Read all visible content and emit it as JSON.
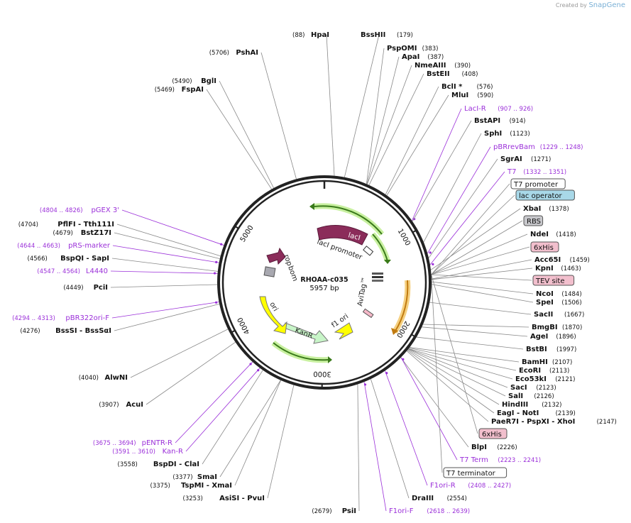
{
  "credit": {
    "prefix": "Created by",
    "brand": "SnapGene"
  },
  "plasmid": {
    "name": "RHOAA-c035",
    "size": "5957 bp"
  },
  "ticks": [
    {
      "label": "1000",
      "pos": 1000
    },
    {
      "label": "2000",
      "pos": 2000
    },
    {
      "label": "3000",
      "pos": 3000
    },
    {
      "label": "4000",
      "pos": 4000
    },
    {
      "label": "5000",
      "pos": 5000
    }
  ],
  "labels": [
    {
      "side": "top",
      "name": "HpaI",
      "pos": "(88)",
      "kind": "enzyme"
    },
    {
      "side": "top",
      "name": "BssHII",
      "pos": "(179)",
      "kind": "enzyme"
    },
    {
      "side": "right",
      "name": "PspOMI",
      "pos": "(383)",
      "kind": "enzyme"
    },
    {
      "side": "right",
      "name": "ApaI",
      "pos": "(387)",
      "kind": "enzyme"
    },
    {
      "side": "right",
      "name": "NmeAIII",
      "pos": "(390)",
      "kind": "enzyme"
    },
    {
      "side": "right",
      "name": "BstEII",
      "pos": "(408)",
      "kind": "enzyme"
    },
    {
      "side": "right",
      "name": "BclI *",
      "pos": "(576)",
      "kind": "enzyme"
    },
    {
      "side": "right",
      "name": "MluI",
      "pos": "(590)",
      "kind": "enzyme"
    },
    {
      "side": "right",
      "name": "LacI-R",
      "pos": "(907 .. 926)",
      "kind": "primer"
    },
    {
      "side": "right",
      "name": "BstAPI",
      "pos": "(914)",
      "kind": "enzyme"
    },
    {
      "side": "right",
      "name": "SphI",
      "pos": "(1123)",
      "kind": "enzyme"
    },
    {
      "side": "right",
      "name": "pBRrevBam",
      "pos": "(1229 .. 1248)",
      "kind": "primer"
    },
    {
      "side": "right",
      "name": "SgrAI",
      "pos": "(1271)",
      "kind": "enzyme"
    },
    {
      "side": "right",
      "name": "T7",
      "pos": "(1332 .. 1351)",
      "kind": "primer"
    },
    {
      "side": "right",
      "name": "T7 promoter",
      "pos": "",
      "kind": "box-white"
    },
    {
      "side": "right",
      "name": "lac operator",
      "pos": "",
      "kind": "box-blue"
    },
    {
      "side": "right",
      "name": "XbaI",
      "pos": "(1378)",
      "kind": "enzyme"
    },
    {
      "side": "right",
      "name": "RBS",
      "pos": "",
      "kind": "box-gray"
    },
    {
      "side": "right",
      "name": "NdeI",
      "pos": "(1418)",
      "kind": "enzyme"
    },
    {
      "side": "right",
      "name": "6xHis",
      "pos": "",
      "kind": "box-pink"
    },
    {
      "side": "right",
      "name": "Acc65I",
      "pos": "(1459)",
      "kind": "enzyme"
    },
    {
      "side": "right",
      "name": "KpnI",
      "pos": "(1463)",
      "kind": "enzyme"
    },
    {
      "side": "right",
      "name": "TEV site",
      "pos": "",
      "kind": "box-pink"
    },
    {
      "side": "right",
      "name": "NcoI",
      "pos": "(1484)",
      "kind": "enzyme"
    },
    {
      "side": "right",
      "name": "SpeI",
      "pos": "(1506)",
      "kind": "enzyme"
    },
    {
      "side": "right",
      "name": "SacII",
      "pos": "(1667)",
      "kind": "enzyme"
    },
    {
      "side": "right",
      "name": "BmgBI",
      "pos": "(1870)",
      "kind": "enzyme"
    },
    {
      "side": "right",
      "name": "AgeI",
      "pos": "(1896)",
      "kind": "enzyme"
    },
    {
      "side": "right",
      "name": "BstBI",
      "pos": "(1997)",
      "kind": "enzyme"
    },
    {
      "side": "right",
      "name": "BamHI",
      "pos": "(2107)",
      "kind": "enzyme"
    },
    {
      "side": "right",
      "name": "EcoRI",
      "pos": "(2113)",
      "kind": "enzyme"
    },
    {
      "side": "right",
      "name": "Eco53kI",
      "pos": "(2121)",
      "kind": "enzyme"
    },
    {
      "side": "right",
      "name": "SacI",
      "pos": "(2123)",
      "kind": "enzyme"
    },
    {
      "side": "right",
      "name": "SalI",
      "pos": "(2126)",
      "kind": "enzyme"
    },
    {
      "side": "right",
      "name": "HindIII",
      "pos": "(2132)",
      "kind": "enzyme"
    },
    {
      "side": "right",
      "name": "EagI - NotI",
      "pos": "(2139)",
      "kind": "enzyme"
    },
    {
      "side": "right",
      "name": "PaeR7I - PspXI - XhoI",
      "pos": "(2147)",
      "kind": "enzyme"
    },
    {
      "side": "right",
      "name": "6xHis",
      "pos": "",
      "kind": "box-pink"
    },
    {
      "side": "right",
      "name": "BlpI",
      "pos": "(2226)",
      "kind": "enzyme"
    },
    {
      "side": "right",
      "name": "T7 Term",
      "pos": "(2223 .. 2241)",
      "kind": "primer"
    },
    {
      "side": "right",
      "name": "T7 terminator",
      "pos": "",
      "kind": "box-white"
    },
    {
      "side": "right",
      "name": "F1ori-R",
      "pos": "(2408 .. 2427)",
      "kind": "primer"
    },
    {
      "side": "right",
      "name": "DraIII",
      "pos": "(2554)",
      "kind": "enzyme"
    },
    {
      "side": "right",
      "name": "F1ori-F",
      "pos": "(2618 .. 2639)",
      "kind": "primer"
    },
    {
      "side": "left",
      "name": "PsiI",
      "pos": "(2679)",
      "kind": "enzyme"
    },
    {
      "side": "left",
      "name": "AsiSI - PvuI",
      "pos": "(3253)",
      "kind": "enzyme"
    },
    {
      "side": "left",
      "name": "TspMI - XmaI",
      "pos": "(3375)",
      "kind": "enzyme"
    },
    {
      "side": "left",
      "name": "SmaI",
      "pos": "(3377)",
      "kind": "enzyme"
    },
    {
      "side": "left",
      "name": "BspDI - ClaI",
      "pos": "(3558)",
      "kind": "enzyme"
    },
    {
      "side": "left",
      "name": "Kan-R",
      "pos": "(3591 .. 3610)",
      "kind": "primer"
    },
    {
      "side": "left",
      "name": "pENTR-R",
      "pos": "(3675 .. 3694)",
      "kind": "primer"
    },
    {
      "side": "left",
      "name": "AcuI",
      "pos": "(3907)",
      "kind": "enzyme"
    },
    {
      "side": "left",
      "name": "AlwNI",
      "pos": "(4040)",
      "kind": "enzyme"
    },
    {
      "side": "left",
      "name": "BssSI - BssSαI",
      "pos": "(4276)",
      "kind": "enzyme"
    },
    {
      "side": "left",
      "name": "pBR322ori-F",
      "pos": "(4294 .. 4313)",
      "kind": "primer"
    },
    {
      "side": "left",
      "name": "PciI",
      "pos": "(4449)",
      "kind": "enzyme"
    },
    {
      "side": "left",
      "name": "L4440",
      "pos": "(4547 .. 4564)",
      "kind": "primer"
    },
    {
      "side": "left",
      "name": "BspQI - SapI",
      "pos": "(4566)",
      "kind": "enzyme"
    },
    {
      "side": "left",
      "name": "pRS-marker",
      "pos": "(4644 .. 4663)",
      "kind": "primer"
    },
    {
      "side": "left",
      "name": "BstZ17I",
      "pos": "(4679)",
      "kind": "enzyme"
    },
    {
      "side": "left",
      "name": "PflFI - Tth111I",
      "pos": "(4704)",
      "kind": "enzyme"
    },
    {
      "side": "left",
      "name": "pGEX 3'",
      "pos": "(4804 .. 4826)",
      "kind": "primer"
    },
    {
      "side": "left",
      "name": "FspAI",
      "pos": "(5469)",
      "kind": "enzyme"
    },
    {
      "side": "left",
      "name": "BglI",
      "pos": "(5490)",
      "kind": "enzyme"
    },
    {
      "side": "left",
      "name": "PshAI",
      "pos": "(5706)",
      "kind": "enzyme"
    }
  ],
  "features": [
    {
      "name": "lacI",
      "color": "#8b2c5a"
    },
    {
      "name": "lacI promoter",
      "color": "#ffffff"
    },
    {
      "name": "AviTag™",
      "color": "#555555"
    },
    {
      "name": "f1 ori",
      "color": "#ffff00"
    },
    {
      "name": "KanR",
      "color": "#c8f5c8"
    },
    {
      "name": "ori",
      "color": "#ffff00"
    },
    {
      "name": "bom",
      "color": "#a8a8b0"
    },
    {
      "name": "rop",
      "color": "#8b2c5a"
    }
  ]
}
